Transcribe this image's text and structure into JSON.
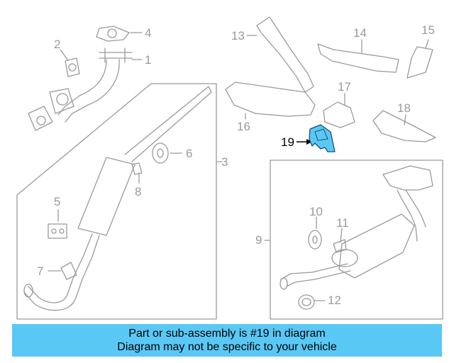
{
  "diagram": {
    "callouts": [
      {
        "id": "c1",
        "text": "1"
      },
      {
        "id": "c2",
        "text": "2"
      },
      {
        "id": "c3",
        "text": "3"
      },
      {
        "id": "c4",
        "text": "4"
      },
      {
        "id": "c5",
        "text": "5"
      },
      {
        "id": "c6",
        "text": "6"
      },
      {
        "id": "c7",
        "text": "7"
      },
      {
        "id": "c8",
        "text": "8"
      },
      {
        "id": "c9",
        "text": "9"
      },
      {
        "id": "c10",
        "text": "10"
      },
      {
        "id": "c11",
        "text": "11"
      },
      {
        "id": "c12",
        "text": "12"
      },
      {
        "id": "c13",
        "text": "13"
      },
      {
        "id": "c14",
        "text": "14"
      },
      {
        "id": "c15",
        "text": "15"
      },
      {
        "id": "c16",
        "text": "16"
      },
      {
        "id": "c17",
        "text": "17"
      },
      {
        "id": "c18",
        "text": "18"
      },
      {
        "id": "c19",
        "text": "19"
      }
    ],
    "highlight_color": "#5ac8f5",
    "line_color": "#9a9a9a"
  },
  "banner": {
    "line1": "Part or sub-assembly is #19 in diagram",
    "line2": "Diagram may not be specific to your vehicle",
    "color": "#5ac8f5"
  }
}
